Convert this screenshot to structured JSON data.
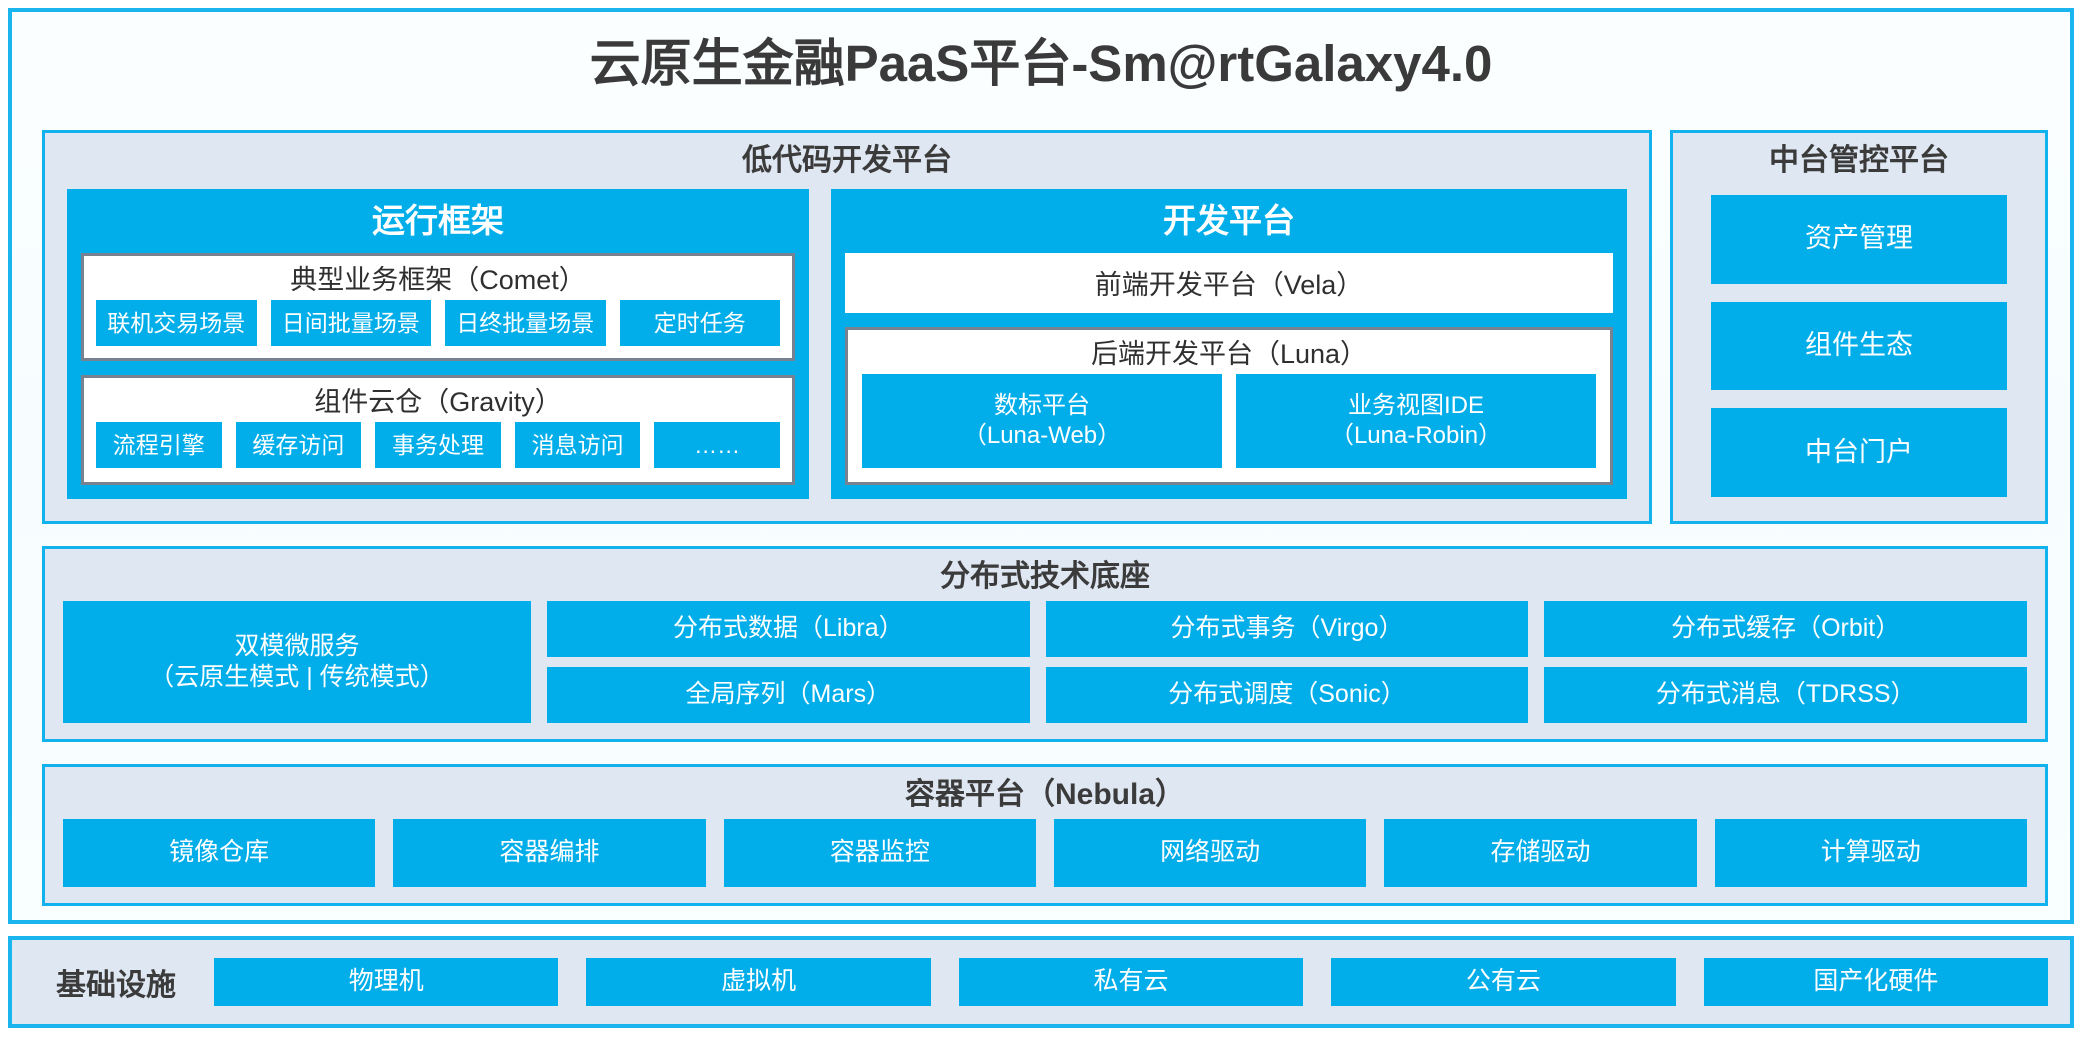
{
  "title": "云原生金融PaaS平台-Sm@rtGalaxy4.0",
  "lowcode": {
    "title": "低代码开发平台",
    "runtime": {
      "title": "运行框架",
      "comet": {
        "title": "典型业务框架（Comet）",
        "chips": [
          "联机交易场景",
          "日间批量场景",
          "日终批量场景",
          "定时任务"
        ]
      },
      "gravity": {
        "title": "组件云仓（Gravity）",
        "chips": [
          "流程引擎",
          "缓存访问",
          "事务处理",
          "消息访问",
          "……"
        ]
      }
    },
    "devplat": {
      "title": "开发平台",
      "vela": "前端开发平台（Vela）",
      "luna": {
        "title": "后端开发平台（Luna）",
        "chips": [
          "数标平台\n（Luna-Web）",
          "业务视图IDE\n（Luna-Robin）"
        ]
      }
    }
  },
  "mgmt": {
    "title": "中台管控平台",
    "items": [
      "资产管理",
      "组件生态",
      "中台门户"
    ]
  },
  "distributed": {
    "title": "分布式技术底座",
    "wide": "双模微服务\n（云原生模式 | 传统模式）",
    "col2": [
      "分布式数据（Libra）",
      "全局序列（Mars）"
    ],
    "col3": [
      "分布式事务（Virgo）",
      "分布式调度（Sonic）"
    ],
    "col4": [
      "分布式缓存（Orbit）",
      "分布式消息（TDRSS）"
    ]
  },
  "container": {
    "title": "容器平台（Nebula）",
    "chips": [
      "镜像仓库",
      "容器编排",
      "容器监控",
      "网络驱动",
      "存储驱动",
      "计算驱动"
    ]
  },
  "infrastructure": {
    "label": "基础设施",
    "chips": [
      "物理机",
      "虚拟机",
      "私有云",
      "公有云",
      "国产化硬件"
    ]
  },
  "colors": {
    "frame_border": "#1ab4ef",
    "panel_bg": "#dfe7f2",
    "chip_blue": "#02aeea",
    "card_border": "#77818f",
    "text_dark": "#3b3b3b"
  }
}
